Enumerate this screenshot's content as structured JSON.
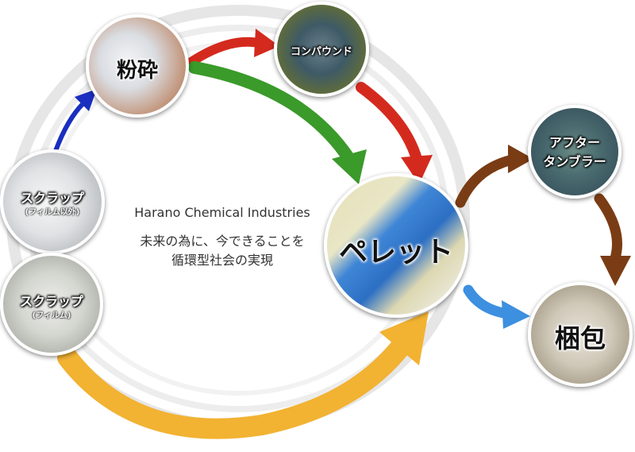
{
  "center": {
    "company": "Harano Chemical Industries",
    "slogan_line1": "未来の為に、今できることを",
    "slogan_line2": "循環型社会の実現"
  },
  "nodes": {
    "crushing": {
      "label": "粉砕"
    },
    "compound": {
      "label": "コンパウンド"
    },
    "pellet": {
      "label": "ペレット"
    },
    "scrap_non_film": {
      "label": "スクラップ",
      "sub": "(フィルム以外)"
    },
    "scrap_film": {
      "label": "スクラップ",
      "sub": "(フィルム)"
    },
    "after_tumbler": {
      "label_line1": "アフター",
      "label_line2": "タンブラー"
    },
    "packing": {
      "label": "梱包"
    }
  },
  "arrow_colors": {
    "red": "#d42a1e",
    "green": "#3a9a2a",
    "blue": "#1a2fc0",
    "gold": "#f2b232",
    "brown": "#7a3c14",
    "sky": "#3d8fe0"
  }
}
